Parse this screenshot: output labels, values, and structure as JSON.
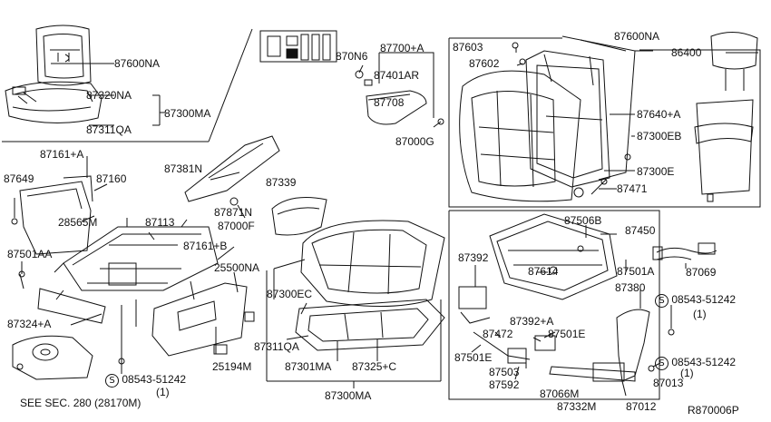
{
  "diagram_id": "R870006P",
  "reference_note": "SEE SEC. 280 (28170M)",
  "screw_spec": {
    "symbol": "S",
    "part": "08543-51242",
    "qty": "(1)"
  },
  "labels": {
    "p87600NA_inset": "87600NA",
    "p87320NA": "87320NA",
    "p87311QA_inset": "87311QA",
    "p87300MA_inset": "87300MA",
    "p870N6": "870N6",
    "p87700A": "87700+A",
    "p87401AR": "87401AR",
    "p87708": "87708",
    "p87000G": "87000G",
    "p87603": "87603",
    "p87602": "87602",
    "p87600NA": "87600NA",
    "p86400": "86400",
    "p87640A": "87640+A",
    "p87300EB": "87300EB",
    "p87300E": "87300E",
    "p87471": "87471",
    "p87161A": "87161+A",
    "p87649": "87649",
    "p87160": "87160",
    "p28565M": "28565M",
    "p87113": "87113",
    "p87381N": "87381N",
    "p87339": "87339",
    "p87871N": "87871N",
    "p87000F": "87000F",
    "p87161B": "87161+B",
    "p25500NA": "25500NA",
    "p87501AA": "87501AA",
    "p87324A": "87324+A",
    "p87300EC": "87300EC",
    "p87311QA": "87311QA",
    "p25194M": "25194M",
    "p87301MA": "87301MA",
    "p87325C": "87325+C",
    "p87300MA": "87300MA",
    "p87506B": "87506B",
    "p87450": "87450",
    "p87392": "87392",
    "p87614": "87614",
    "p87501A": "87501A",
    "p87069": "87069",
    "p87380": "87380",
    "p87392A": "87392+A",
    "p87472": "87472",
    "p87501E_right": "87501E",
    "p87501E_left": "87501E",
    "p87503": "87503",
    "p87592": "87592",
    "p87066M": "87066M",
    "p87013": "87013",
    "p87332M": "87332M",
    "p87012": "87012"
  }
}
